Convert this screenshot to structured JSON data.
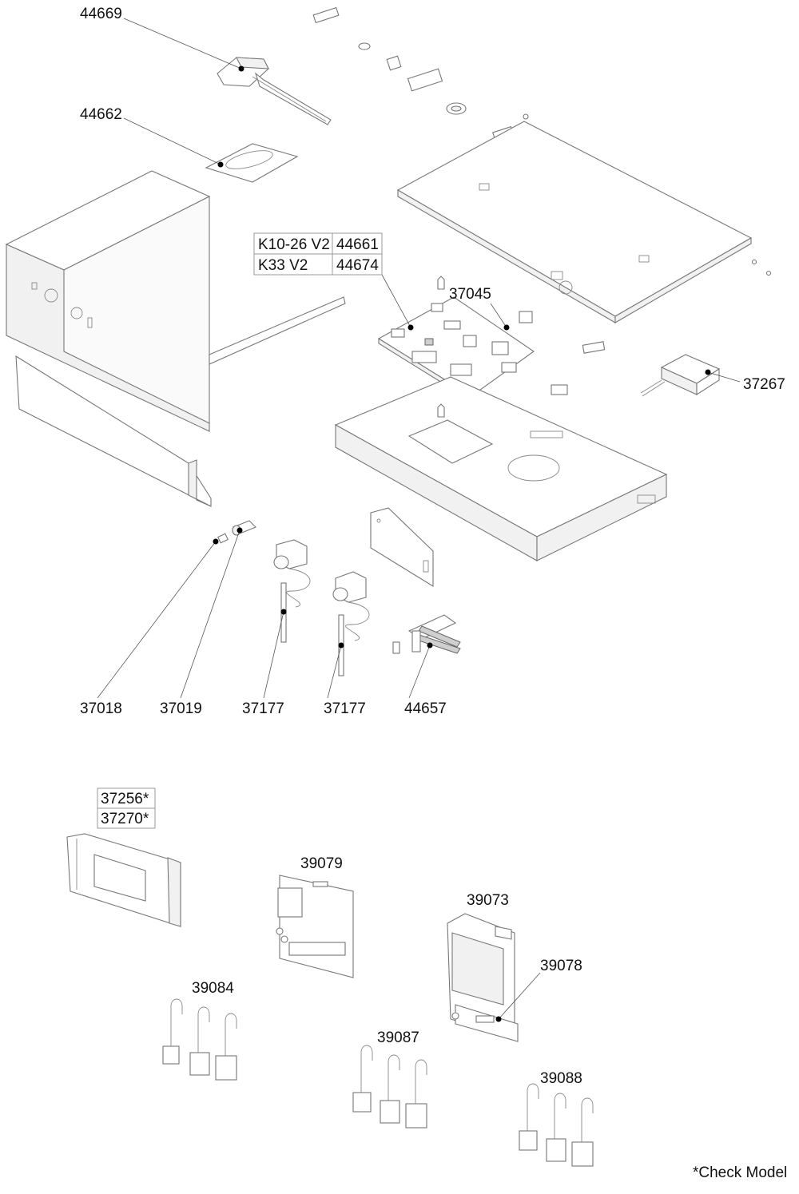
{
  "callouts": {
    "c44669": "44669",
    "c44662": "44662",
    "c37045": "37045",
    "c37267": "37267",
    "c37018": "37018",
    "c37019": "37019",
    "c37177a": "37177",
    "c37177b": "37177",
    "c44657": "44657",
    "c39079": "39079",
    "c39073": "39073",
    "c39078": "39078",
    "c39084": "39084",
    "c39087": "39087",
    "c39088": "39088"
  },
  "board_table": {
    "rows": [
      {
        "model": "K10-26 V2",
        "part": "44661"
      },
      {
        "model": "K33 V2",
        "part": "44674"
      }
    ]
  },
  "display_table": {
    "rows": [
      "37256*",
      "37270*"
    ]
  },
  "footnote": "*Check Model"
}
